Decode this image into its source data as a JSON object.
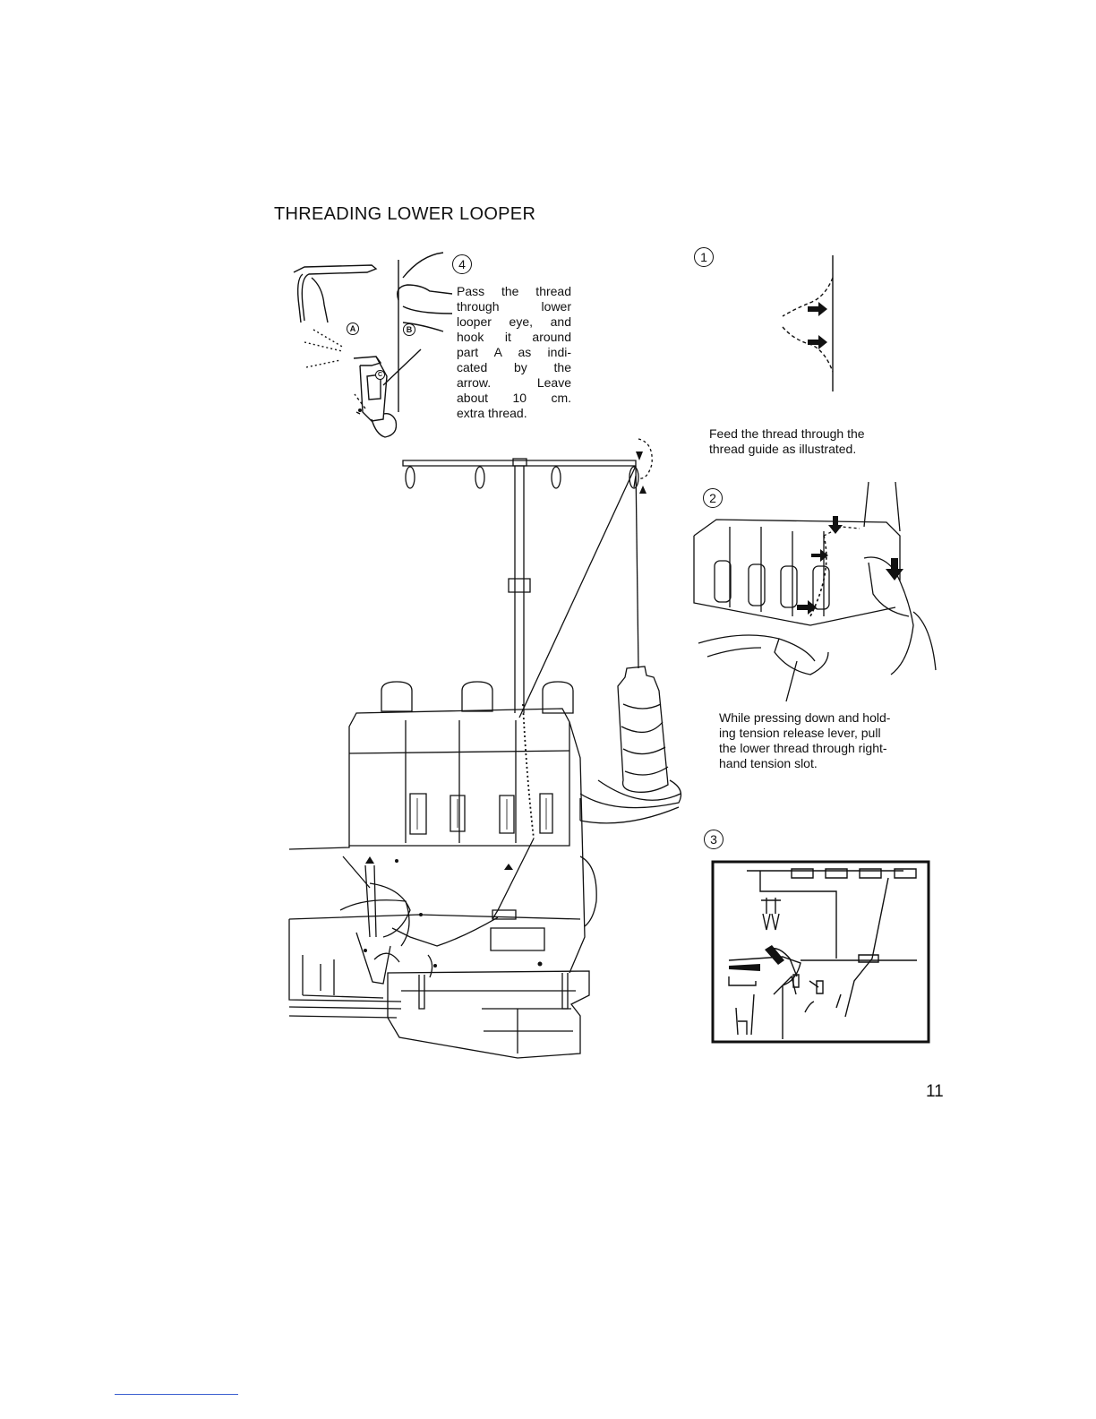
{
  "page": {
    "title": "THREADING LOWER LOOPER",
    "page_number": "11"
  },
  "steps": {
    "step4": {
      "marker": "4",
      "lines": [
        "Pass the thread",
        "through lower",
        "looper eye, and",
        "hook it around",
        "part A as indi-",
        "cated by the",
        "arrow. Leave",
        "about 10 cm.",
        "extra thread."
      ],
      "label_a": "A",
      "label_b": "B",
      "label_c": "C"
    },
    "step1": {
      "marker": "1",
      "lines": [
        "Feed the thread through the",
        "thread guide as illustrated."
      ]
    },
    "step2": {
      "marker": "2",
      "lines": [
        "While pressing down and hold-",
        "ing tension release lever, pull",
        "the lower thread through right-",
        "hand tension slot."
      ]
    },
    "step3": {
      "marker": "3"
    }
  }
}
